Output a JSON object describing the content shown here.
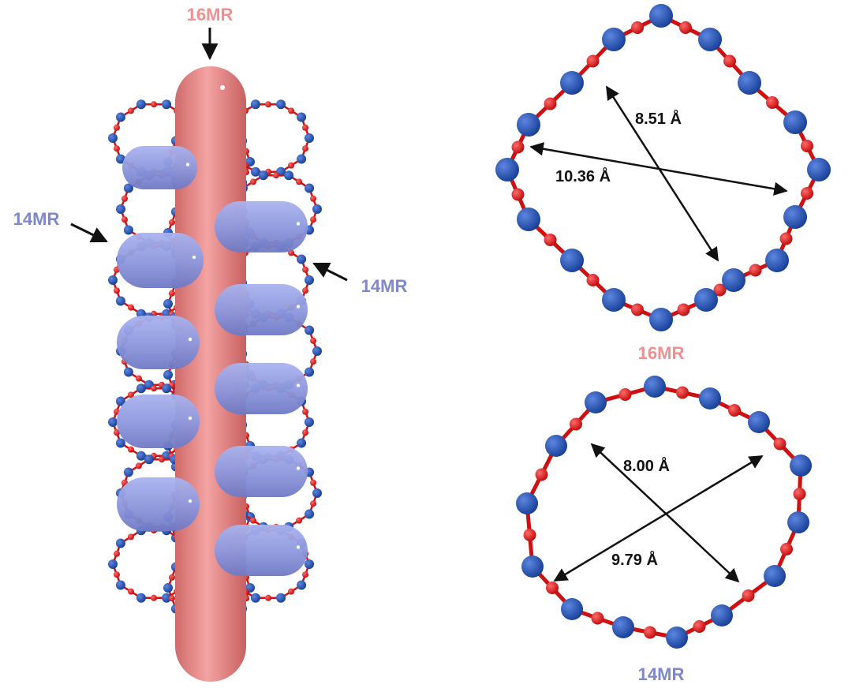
{
  "colors": {
    "pore16": "#e58585",
    "pore16_label": "#f09090",
    "pore14": "#8e99de",
    "pore14_label": "#7f88cc",
    "tatom": "#1f4fb0",
    "oxygen": "#e01818",
    "bond": "#d01010",
    "arrow": "#111111"
  },
  "labels": {
    "top_16mr": "16MR",
    "left_14mr": "14MR",
    "right_14mr": "14MR",
    "ring16_caption": "16MR",
    "ring14_caption": "14MR"
  },
  "ring16": {
    "d1": "8.51 Å",
    "d2": "10.36 Å"
  },
  "ring14": {
    "d1": "8.00 Å",
    "d2": "9.79 Å"
  },
  "icons": [
    "arrow-icon"
  ]
}
